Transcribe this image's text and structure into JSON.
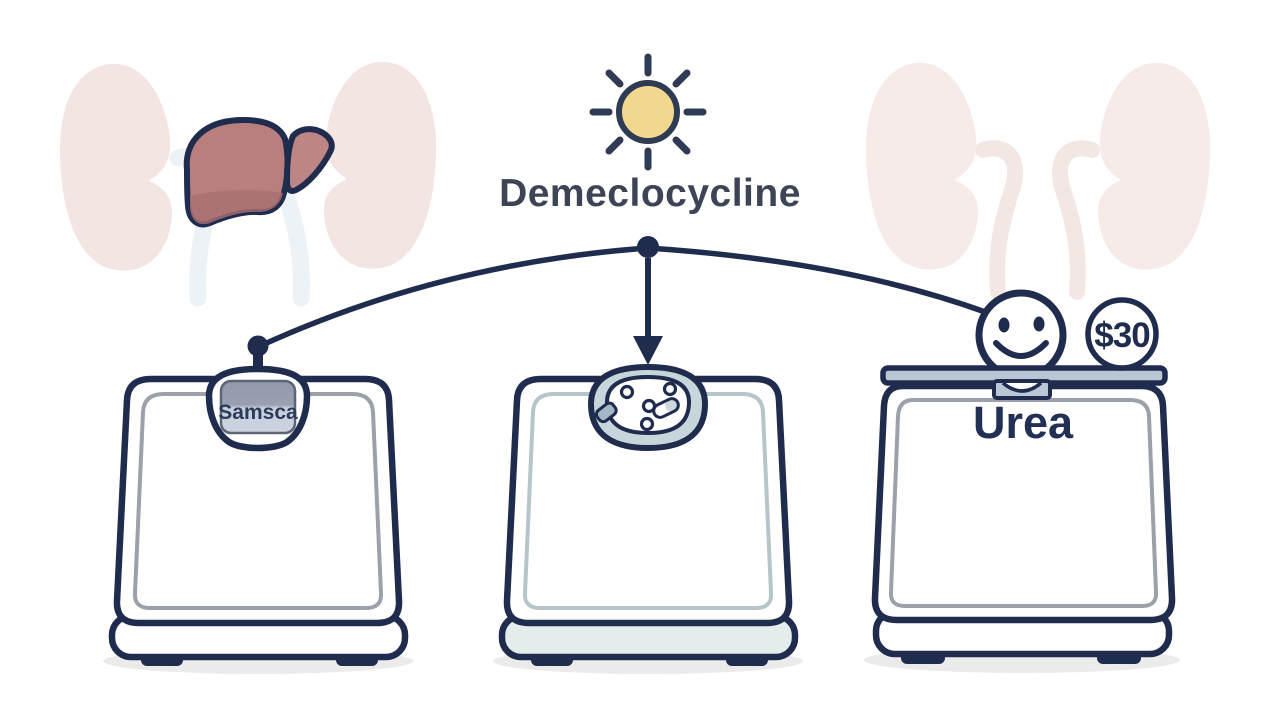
{
  "title": {
    "text": "Demeclocycline",
    "icon": "sun-icon"
  },
  "anatomy": {
    "liver_icon": "liver-icon",
    "left_kidney_pair_icon": "faded-kidneys-icon",
    "right_kidney_pair_icon": "faded-kidneys-icon"
  },
  "connector": {
    "type": "center-dot-with-curved-branches-and-down-arrow"
  },
  "scales": [
    {
      "id": "left-scale",
      "display_label": "Samsca",
      "display_type": "dial-display"
    },
    {
      "id": "middle-scale",
      "display_type": "pill-tray",
      "icon": "pills-icon"
    },
    {
      "id": "right-scale",
      "label": "Urea",
      "price_badge": "$30",
      "icon": "smiley-face-icon",
      "has_platform": true
    }
  ],
  "colors": {
    "outline_navy": "#1f2c4e",
    "title_text": "#3d4456",
    "sun_fill": "#f2d88e",
    "liver_fill": "#b97e7e",
    "liver_right_lobe": "#bd8684",
    "liver_shade": "#a97172",
    "kidney_left_pair": "#f3e5e2",
    "kidney_right_pair": "#f6ebe8",
    "ureter_left": "#edf2f7",
    "ureter_right": "#f3e7e3",
    "platform_fill": "#b9c6d5",
    "dial_ring_fill": "#c6d6da",
    "display_gradient_top": "#909aab",
    "display_gradient_bottom": "#cbd3e0",
    "middle_base_tint": "#e3eeec",
    "inner_line_gray": "#9aa1aa",
    "inner_line_teal": "#b5c5c9",
    "pill_fill": "#a3b6c5",
    "shadow": "#ebebeb"
  }
}
